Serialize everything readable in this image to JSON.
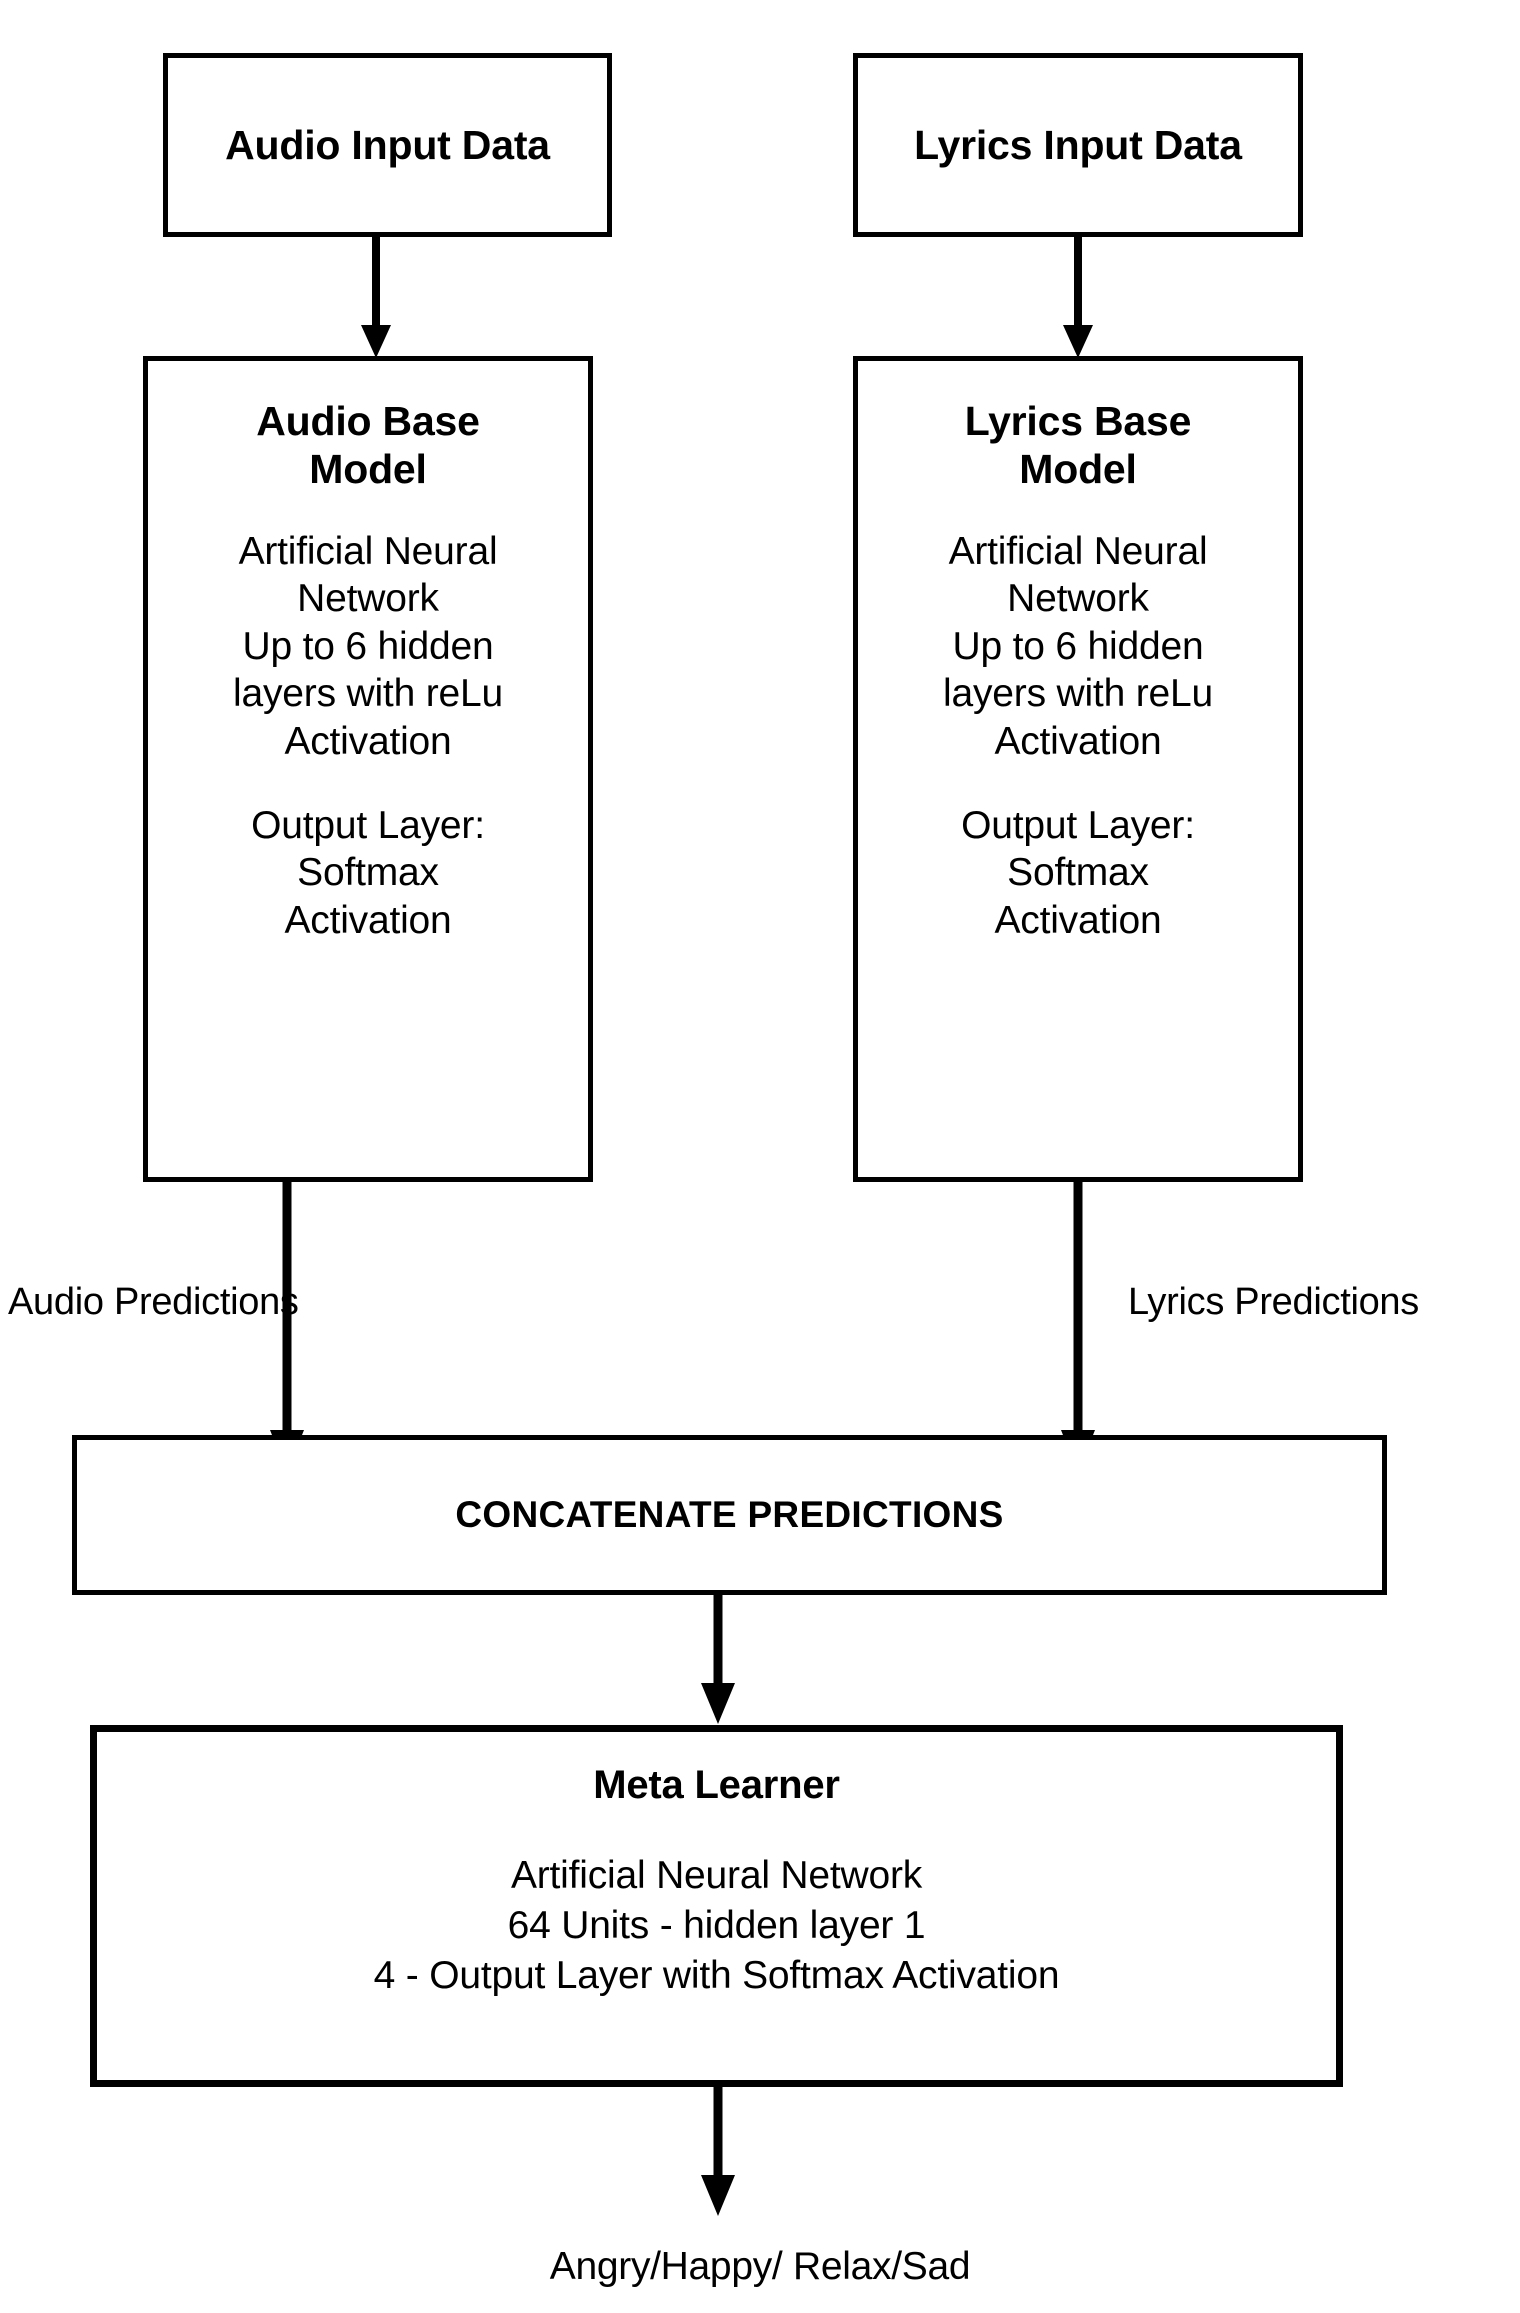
{
  "diagram": {
    "title": "Ensemble music emotion recognition architecture",
    "stroke_color": "#000000",
    "background_color": "#ffffff"
  },
  "nodes": {
    "audio_input": {
      "label": "Audio Input Data"
    },
    "lyrics_input": {
      "label": "Lyrics Input Data"
    },
    "audio_base_model": {
      "title": "Audio Base\nModel",
      "body_1": "Artificial Neural\nNetwork\nUp to 6 hidden\nlayers with reLu\nActivation",
      "body_2": "Output Layer:\nSoftmax\nActivation"
    },
    "lyrics_base_model": {
      "title": "Lyrics Base\nModel",
      "body_1": "Artificial Neural\nNetwork\nUp to 6 hidden\nlayers with reLu\nActivation",
      "body_2": "Output Layer:\nSoftmax\nActivation"
    },
    "concatenate": {
      "label": "CONCATENATE PREDICTIONS"
    },
    "meta_learner": {
      "title": "Meta Learner",
      "body": "Artificial Neural Network\n64 Units - hidden layer 1\n4 - Output Layer with Softmax Activation"
    }
  },
  "edge_labels": {
    "audio_predictions": "Audio Predictions",
    "lyrics_predictions": "Lyrics Predictions"
  },
  "outcome": {
    "label": "Angry/Happy/ Relax/Sad"
  }
}
